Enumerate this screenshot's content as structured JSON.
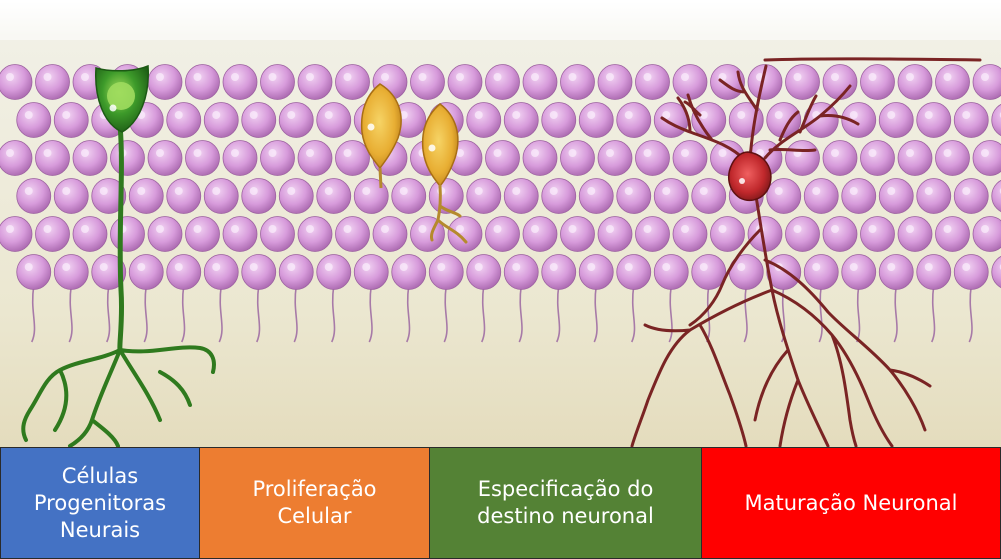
{
  "stages": [
    {
      "label": "Células\nProgenitoras\nNeurais",
      "color": "#4472c4"
    },
    {
      "label": "Proliferação\nCelular",
      "color": "#ed7d31"
    },
    {
      "label": "Especificação do\ndestino neuronal",
      "color": "#548235"
    },
    {
      "label": "Maturação Neuronal",
      "color": "#ff0000"
    }
  ],
  "colors": {
    "background_top": "#efeee4",
    "background_bottom": "#e6e0c4",
    "cell_body": "#d59ad8",
    "progenitor_cell": "#3c9a2a",
    "proliferating_cell": "#e9b23a",
    "mature_neuron": "#7a2424",
    "mature_soma": "#c0282c"
  }
}
